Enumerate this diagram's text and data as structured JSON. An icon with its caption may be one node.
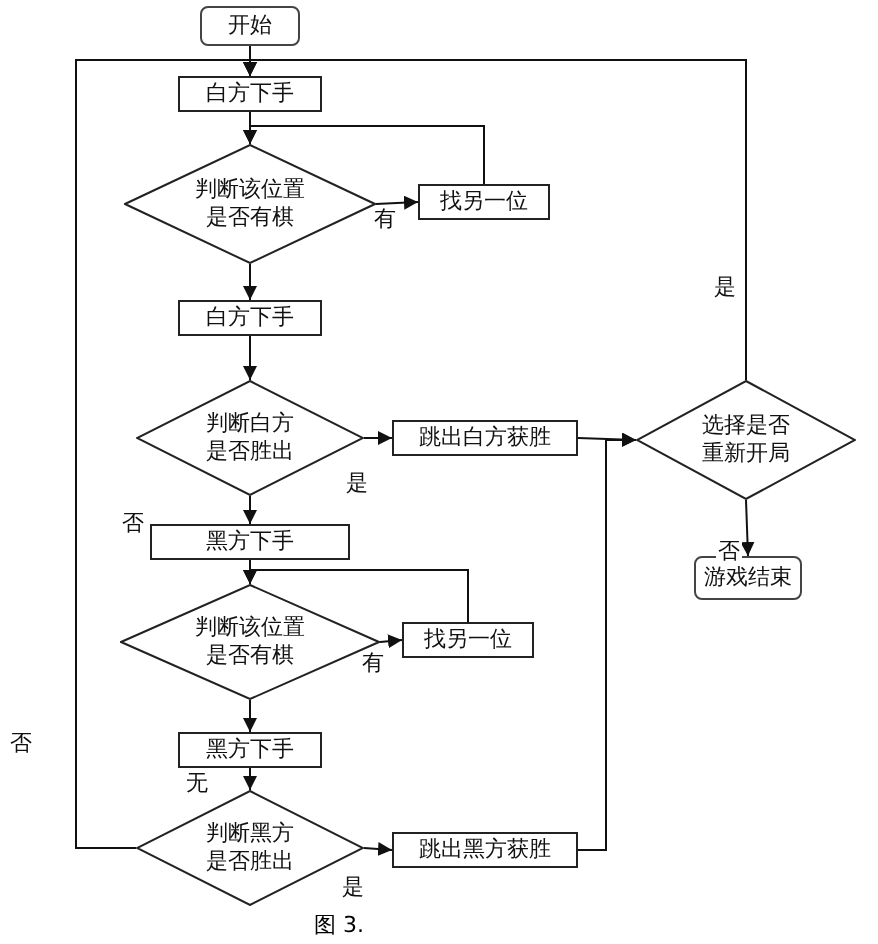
{
  "diagram": {
    "caption": "图 3.",
    "nodes": [
      {
        "text": [
          "开始"
        ]
      },
      {
        "text": [
          "白方下手"
        ]
      },
      {
        "text": [
          "判断该位置是否有棋"
        ]
      },
      {
        "text": [
          "找另一位"
        ]
      },
      {
        "text": [
          "白方下手"
        ]
      },
      {
        "text": [
          "判断白方是否胜出"
        ]
      },
      {
        "text": [
          "跳出白方获胜"
        ]
      },
      {
        "text": [
          "选择是否重新开局"
        ]
      },
      {
        "text": [
          "游戏结束"
        ]
      },
      {
        "text": [
          "黑方下手"
        ]
      },
      {
        "text": [
          "判断该位置是否有棋"
        ]
      },
      {
        "text": [
          "找另一位"
        ]
      },
      {
        "text": [
          "黑方下手"
        ]
      },
      {
        "text": [
          "判断黑方是否胜出"
        ]
      },
      {
        "text": [
          "跳出黑方获胜"
        ]
      }
    ],
    "edges": [
      {
        "from": 0,
        "to": 1,
        "arrow": "to"
      },
      {
        "from": 1,
        "to": 2,
        "arrow": "to"
      },
      {
        "from": 2,
        "to": 3,
        "arrow": "to",
        "label": "有"
      },
      {
        "from": 3,
        "to": 2,
        "arrow": "to"
      },
      {
        "from": 2,
        "to": 4,
        "arrow": "to"
      },
      {
        "from": 4,
        "to": 5,
        "arrow": "to"
      },
      {
        "from": 5,
        "to": 6,
        "arrow": "to",
        "label": "是"
      },
      {
        "from": 6,
        "to": 7,
        "arrow": "to"
      },
      {
        "from": 7,
        "to": 8,
        "arrow": "to",
        "label": "否"
      },
      {
        "from": 7,
        "to": 1,
        "arrow": "to",
        "label": "是"
      },
      {
        "from": 5,
        "to": 9,
        "arrow": "to",
        "label": "否"
      },
      {
        "from": 9,
        "to": 10,
        "arrow": "to"
      },
      {
        "from": 10,
        "to": 11,
        "arrow": "to",
        "label": "有"
      },
      {
        "from": 11,
        "to": 10,
        "arrow": "to"
      },
      {
        "from": 10,
        "to": 12,
        "arrow": "to"
      },
      {
        "from": 12,
        "to": 13,
        "arrow": "to",
        "label": "无"
      },
      {
        "from": 13,
        "to": 14,
        "arrow": "to",
        "label": "是"
      },
      {
        "from": 14,
        "to": 7,
        "arrow": "to"
      },
      {
        "from": 13,
        "to": 1,
        "arrow": "to",
        "label": "否"
      }
    ]
  }
}
